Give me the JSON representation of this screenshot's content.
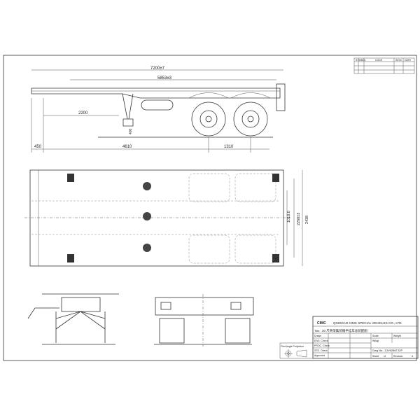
{
  "revision_table": {
    "headers": [
      "SYMBOL",
      "CODE",
      "SIGN",
      "DATE"
    ]
  },
  "side_view": {
    "dims": {
      "overall": "7200±7",
      "deck": "5853±3",
      "kingpin": "2200",
      "leg": "400",
      "front": "450",
      "axle_pos": "4610",
      "axle_spacing": "1310"
    }
  },
  "top_view": {
    "dims": {
      "inner": "1018.0",
      "twistlock": "2260±3",
      "width": "2438"
    }
  },
  "title_block": {
    "company": "QINGDAO CIMC SPECIAL VEHICLES CO., LTD.",
    "logo": "CIMC",
    "title_label": "Title:",
    "title_value": "20 尺骨架集装箱半挂车总装配图",
    "drawn": "Drawn",
    "eng_check": "ENG. Check",
    "proc_check": "PROC. Check",
    "std_check": "STD. Check",
    "approved": "Approved",
    "scale": "Scale",
    "weight": "Weight",
    "weight_unit": "W(kg)",
    "dwg_no": "Dwg No.: ZJV9286TJZP",
    "sheet": "Sheet",
    "of": "of",
    "revision": "Revision",
    "revision_value": "A",
    "projection": "First Angle Projection"
  }
}
